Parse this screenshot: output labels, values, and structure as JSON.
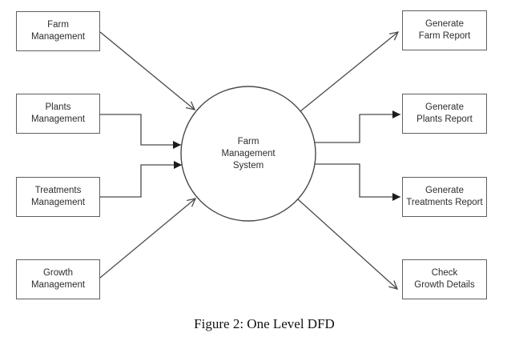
{
  "diagram": {
    "title_caption": "Figure 2: One Level DFD",
    "process": {
      "name": "farm-management-system-process",
      "lines": [
        "Farm",
        "Management",
        "System"
      ]
    },
    "left_nodes": [
      {
        "lines": [
          "Farm",
          "Management"
        ]
      },
      {
        "lines": [
          "Plants",
          "Management"
        ]
      },
      {
        "lines": [
          "Treatments",
          "Management"
        ]
      },
      {
        "lines": [
          "Growth",
          "Management"
        ]
      }
    ],
    "right_nodes": [
      {
        "lines": [
          "Generate",
          "Farm Report"
        ]
      },
      {
        "lines": [
          "Generate",
          "Plants Report"
        ]
      },
      {
        "lines": [
          "Generate",
          "Treatments Report"
        ]
      },
      {
        "lines": [
          "Check",
          "Growth Details"
        ]
      }
    ],
    "colors": {
      "background": "#ffffff",
      "line": "#4a4a4a",
      "box_border": "#5f5f5f",
      "arrow_fill": "#1c1c1c",
      "text": "#2d2d2d"
    }
  }
}
